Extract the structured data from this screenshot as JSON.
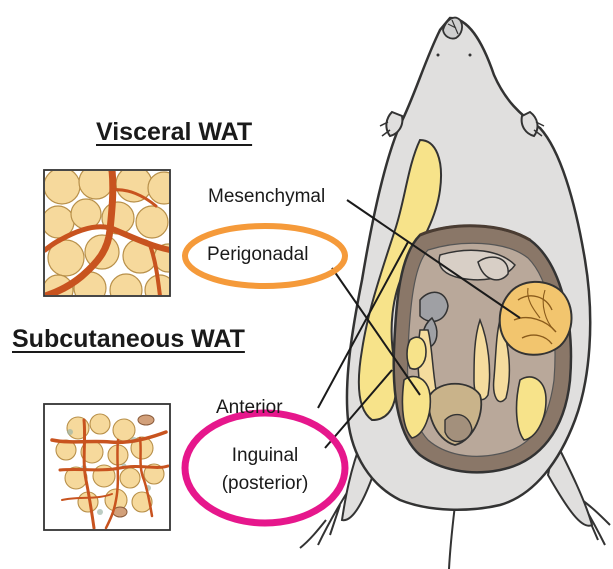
{
  "headings": {
    "visceral": "Visceral WAT",
    "subcutaneous": "Subcutaneous WAT"
  },
  "labels": {
    "mesenchymal": "Mesenchymal",
    "perigonadal": "Perigonadal",
    "anterior": "Anterior",
    "inguinal_line1": "Inguinal",
    "inguinal_line2": "(posterior)"
  },
  "colors": {
    "orange_ring": "#f59a3a",
    "magenta_ring": "#e6178c",
    "fat_yellow": "#f7e38a",
    "adipocyte": "#f6d99c",
    "vessel": "#c8531f",
    "body_gray": "#e0dfde",
    "outline": "#333333"
  },
  "icons": {
    "visceral_tissue": "adipocyte-cluster-icon",
    "subcutaneous_tissue": "adipocyte-cluster-icon",
    "animal": "mouse-dissection-icon"
  }
}
